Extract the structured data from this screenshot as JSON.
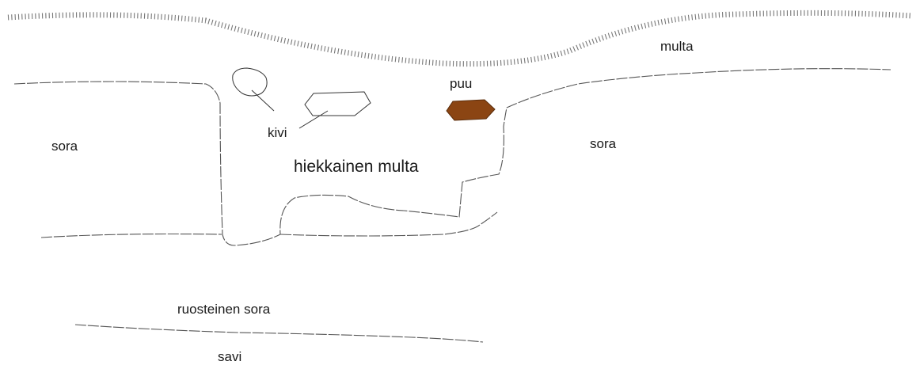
{
  "title": "",
  "labels": {
    "multa": "multa",
    "puu": "puu",
    "kivi": "kivi",
    "sora_left": "sora",
    "sora_right": "sora",
    "hiekkainen_multa": "hiekkainen multa",
    "ruosteinen_sora": "ruosteinen sora",
    "savi": "savi"
  },
  "colors": {
    "puu": "#8B4513",
    "puu_outline": "#5a2d0c"
  }
}
